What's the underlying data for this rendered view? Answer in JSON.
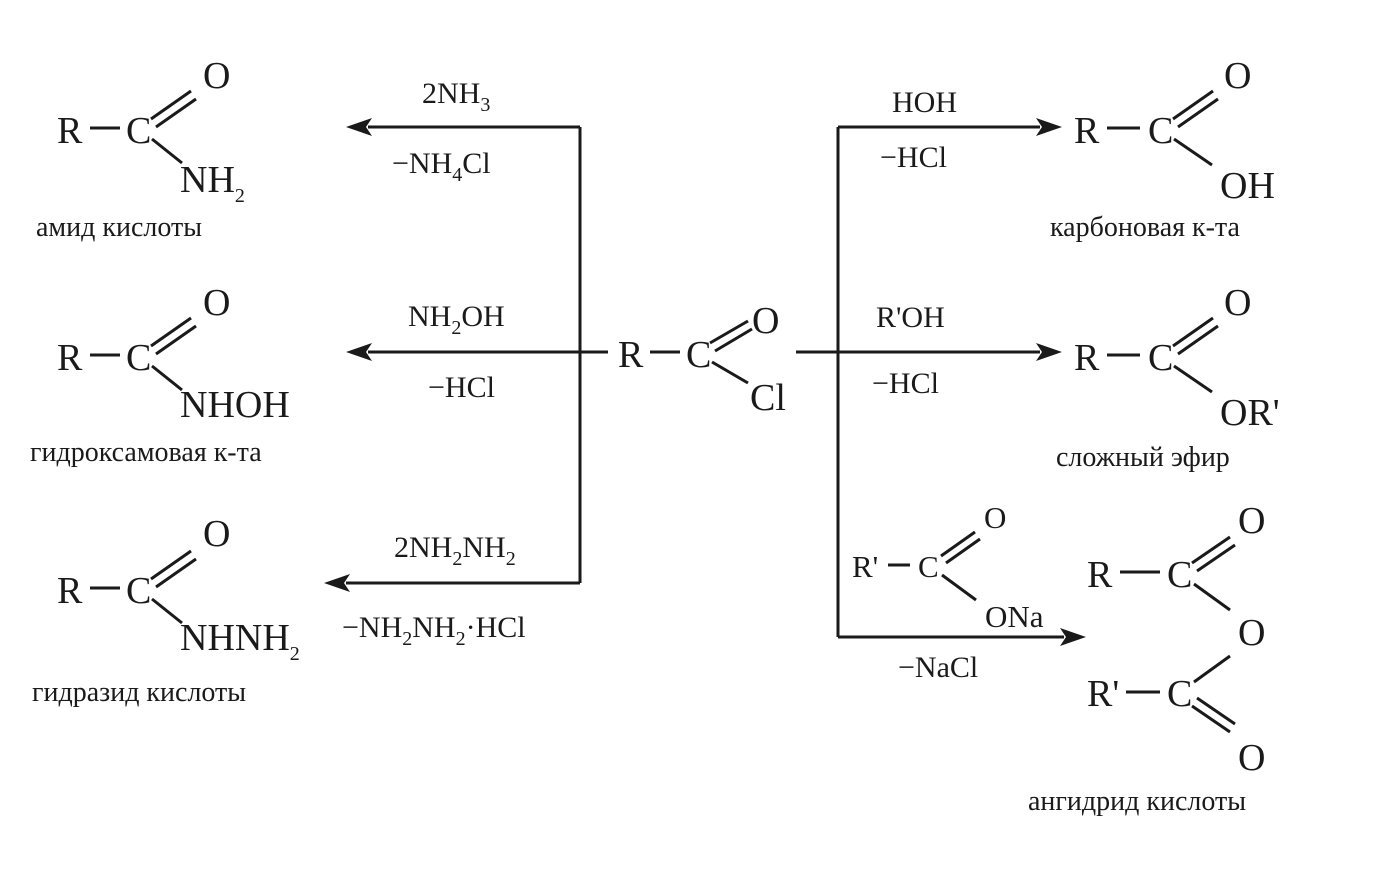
{
  "center": {
    "R": "R",
    "C": "C",
    "O": "O",
    "Cl": "Cl"
  },
  "products": {
    "amide": {
      "R": "R",
      "C": "C",
      "O": "O",
      "N": "NH",
      "N_sub": "2",
      "name": "амид кислоты",
      "reagent": {
        "a": "2NH",
        "a_sub": "3"
      },
      "byproduct": {
        "a": "−NH",
        "a_sub": "4",
        "b": "Cl"
      }
    },
    "hydroxamic": {
      "R": "R",
      "C": "C",
      "O": "O",
      "N": "NHOH",
      "name": "гидроксамовая к-та",
      "reagent": {
        "a": "NH",
        "a_sub": "2",
        "b": "OH"
      },
      "byproduct": {
        "a": "−HCl"
      }
    },
    "hydrazide": {
      "R": "R",
      "C": "C",
      "O": "O",
      "N": "NHNH",
      "N_sub": "2",
      "name": "гидразид кислоты",
      "reagent": {
        "a": "2NH",
        "a_sub": "2",
        "b": "NH",
        "b_sub": "2"
      },
      "byproduct": {
        "a": "−NH",
        "a_sub": "2",
        "b": "NH",
        "b_sub": "2",
        "c": "·HCl"
      }
    },
    "carboxylic": {
      "R": "R",
      "C": "C",
      "O": "O",
      "OH": "OH",
      "name": "карбоновая к-та",
      "reagent": {
        "a": "HOH"
      },
      "byproduct": {
        "a": "−HCl"
      }
    },
    "ester": {
      "R": "R",
      "C": "C",
      "O": "O",
      "OR": "OR'",
      "name": "сложный эфир",
      "reagent": {
        "a": "R'OH"
      },
      "byproduct": {
        "a": "−HCl"
      }
    },
    "anhydride": {
      "R1": "R",
      "C1": "C",
      "O1": "O",
      "Obridge": "O",
      "R2": "R'",
      "C2": "C",
      "O2": "O",
      "name": "ангидрид кислоты",
      "reagent": {
        "R": "R'",
        "C": "C",
        "O": "O",
        "ONa": "ONa"
      },
      "byproduct": {
        "a": "−NaCl"
      }
    }
  }
}
